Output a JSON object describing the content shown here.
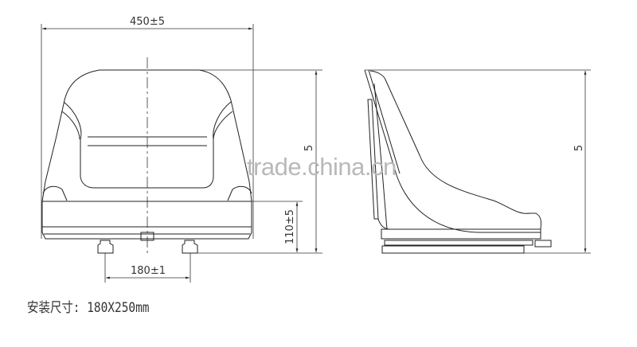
{
  "dimensions": {
    "width_label": "450±5",
    "height_label_front": "5",
    "base_height_label": "110±5",
    "mount_spacing_label": "180±1",
    "height_label_side": "5"
  },
  "caption": "安装尺寸: 180X250mm",
  "watermark": "trade.china.cn"
}
